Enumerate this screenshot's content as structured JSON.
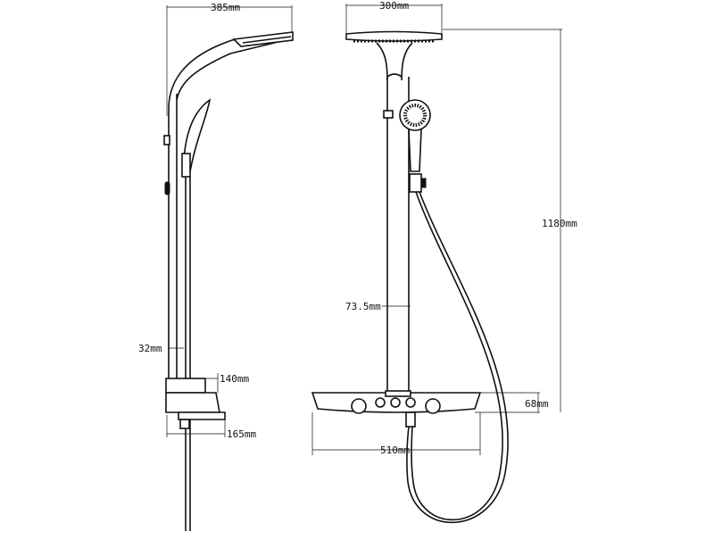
{
  "dimensions": {
    "side_width": "385mm",
    "front_width": "300mm",
    "height": "1180mm",
    "column_gap": "73.5mm",
    "pipe_diameter": "32mm",
    "shelf_depth": "140mm",
    "spout_depth": "165mm",
    "shelf_height": "68mm",
    "shelf_width": "510mm"
  },
  "colors": {
    "line": "#111111",
    "background": "#ffffff"
  }
}
